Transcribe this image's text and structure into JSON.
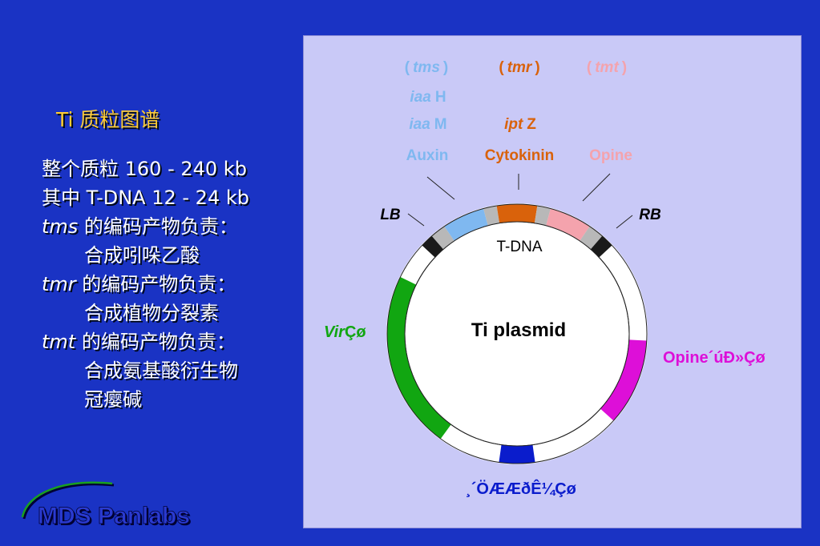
{
  "slide": {
    "title": "Ti 质粒图谱"
  },
  "notes": {
    "line1": "整个质粒 160 - 240 kb",
    "line2": "其中 T-DNA 12 - 24 kb",
    "tms_gene": "tms",
    "tms_text": " 的编码产物负责：",
    "tms_product": "合成吲哚乙酸",
    "tmr_gene": "tmr",
    "tmr_text": " 的编码产物负责：",
    "tmr_product": "合成植物分裂素",
    "tmt_gene": "tmt",
    "tmt_text": " 的编码产物负责：",
    "tmt_product_1": "合成氨基酸衍生物",
    "tmt_product_2": "冠瘿碱"
  },
  "logo": {
    "text": "MDS Panlabs"
  },
  "diagram": {
    "tms_label": "tms",
    "tmr_label": "tmr",
    "tmt_label": "tmt",
    "paren_open": "(",
    "paren_close": ")",
    "iaa": "iaa",
    "iaaH_suffix": "H",
    "iaaM_suffix": "M",
    "ipt": "ipt",
    "iptZ_suffix": "Z",
    "auxin": "Auxin",
    "cytokinin": "Cytokinin",
    "opine_top": "Opine",
    "lb": "LB",
    "rb": "RB",
    "tdna": "T-DNA",
    "plasmid": "Ti plasmid",
    "vir_italic": "Vir",
    "vir_garbled": "Çø",
    "opine_region": "Opine´úÐ»Çø",
    "origin_region": "¸´ÖÆÆðÊ¼Çø"
  },
  "colors": {
    "background": "#1a33c4",
    "panel": "#c9c9f7",
    "title": "#ffcc33",
    "auxin": "#7fb8f0",
    "cytokinin": "#d9620b",
    "opine_pink": "#f4a3ad",
    "vir_green": "#11a611",
    "opine_magenta": "#dd0fd8",
    "origin_blue": "#0a1ccc",
    "border_gray": "#b8b8b8",
    "border_black": "#1a1a1a"
  }
}
